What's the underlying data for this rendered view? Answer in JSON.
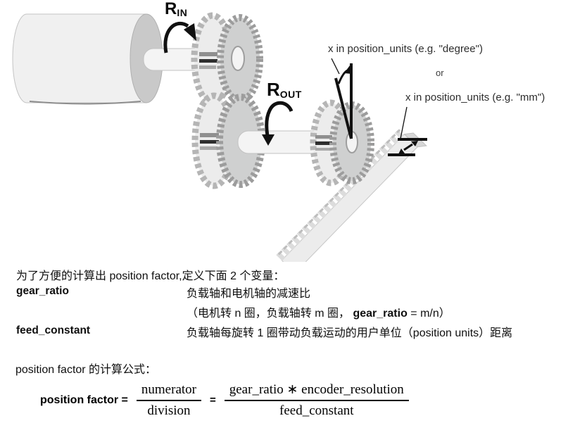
{
  "diagram": {
    "r_in_base": "R",
    "r_in_sub": "IN",
    "r_out_base": "R",
    "r_out_sub": "OUT",
    "degree_label": "x in position_units (e.g. \"degree\")",
    "or_label": "or",
    "mm_label": "x in position_units (e.g.  \"mm\")",
    "colors": {
      "line": "#111111",
      "gear_face": "#cfd0d0",
      "gear_side": "#ececec",
      "motor_body": "#f0f0f0",
      "motor_end": "#c9c9c9",
      "rack_body": "#ececec"
    }
  },
  "body": {
    "intro": "为了方便的计算出 position factor,定义下面 2 个变量：",
    "definitions": [
      {
        "term": "gear_ratio",
        "desc1": "负载轴和电机轴的减速比",
        "desc2_pre": "（电机转 n 圈，负载轴转 m 圈， ",
        "desc2_bold": "gear_ratio",
        "desc2_post": " = m/n）"
      },
      {
        "term": "feed_constant",
        "desc1": "负载轴每旋转 1 圈带动负载运动的用户单位（position units）距离"
      }
    ],
    "formula_intro": "position factor 的计算公式：",
    "formula": {
      "lhs": "position factor =",
      "frac1_num": "numerator",
      "frac1_den": "division",
      "equals": "=",
      "frac2_num": "gear_ratio ∗ encoder_resolution",
      "frac2_den": "feed_constant"
    }
  }
}
